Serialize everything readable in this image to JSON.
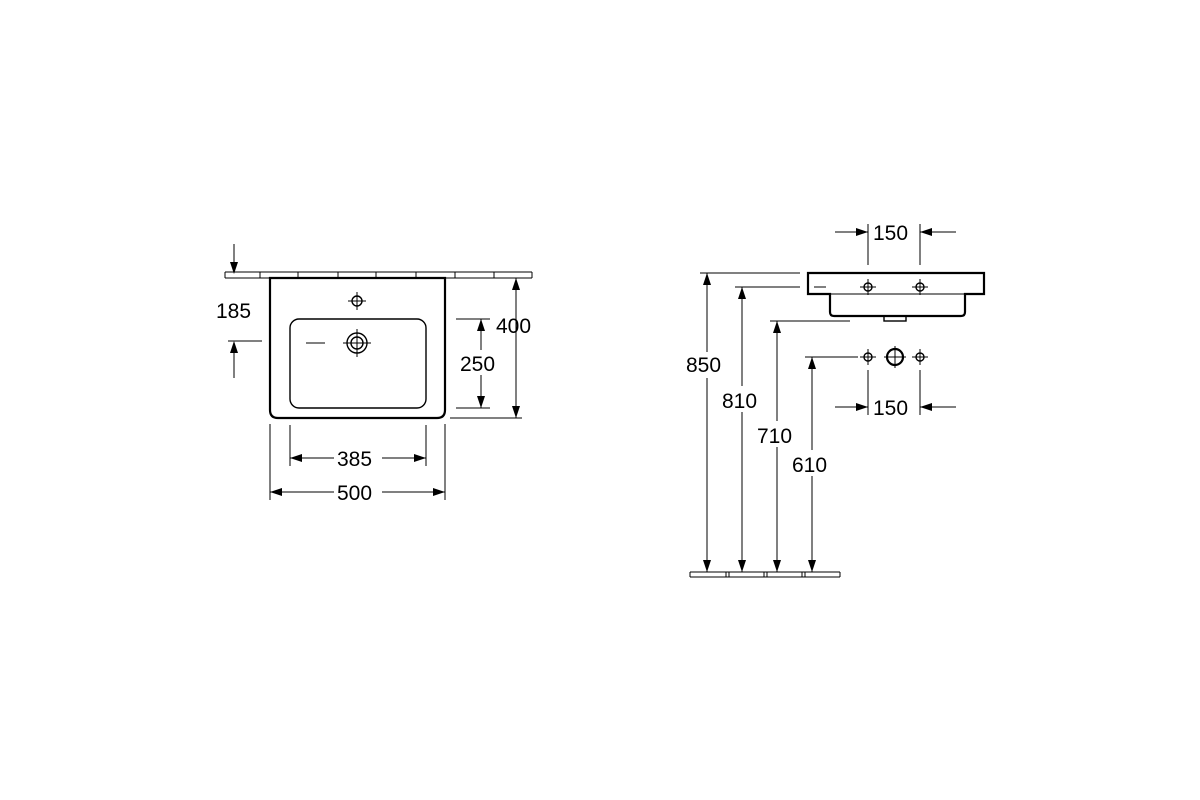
{
  "top_view": {
    "dim_depth": "400",
    "dim_bowl_depth": "250",
    "dim_tap_offset": "185",
    "dim_bowl_width": "385",
    "dim_overall_width": "500"
  },
  "side_view": {
    "dim_tap_spacing_top": "150",
    "dim_tap_spacing_wall": "150",
    "dim_h850": "850",
    "dim_h810": "810",
    "dim_h710": "710",
    "dim_h610": "610"
  }
}
